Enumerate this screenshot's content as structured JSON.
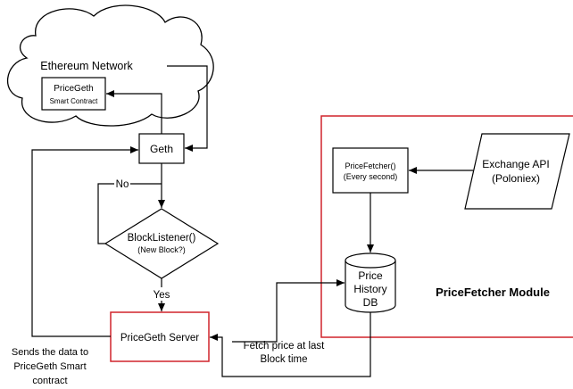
{
  "cloud": {
    "label": "Ethereum Network"
  },
  "contract": {
    "line1": "PriceGeth",
    "line2": "Smart Contract"
  },
  "geth": {
    "label": "Geth"
  },
  "block_listener": {
    "line1": "BlockListener()",
    "line2": "(New Block?)"
  },
  "branch": {
    "no": "No",
    "yes": "Yes"
  },
  "server": {
    "label": "PriceGeth Server"
  },
  "server_note": {
    "line1": "Sends the data to",
    "line2": "PriceGeth Smart",
    "line3": "contract"
  },
  "fetcher": {
    "line1": "PriceFetcher()",
    "line2": "(Every second)"
  },
  "exchange": {
    "line1": "Exchange API",
    "line2": "(Poloniex)"
  },
  "db": {
    "line1": "Price",
    "line2": "History",
    "line3": "DB"
  },
  "module": {
    "label": "PriceFetcher Module"
  },
  "fetch_note": {
    "line1": "Fetch price at last",
    "line2": "Block time"
  },
  "colors": {
    "module_border": "#d0242b",
    "server_border": "#d0242b",
    "stroke": "#000000"
  }
}
